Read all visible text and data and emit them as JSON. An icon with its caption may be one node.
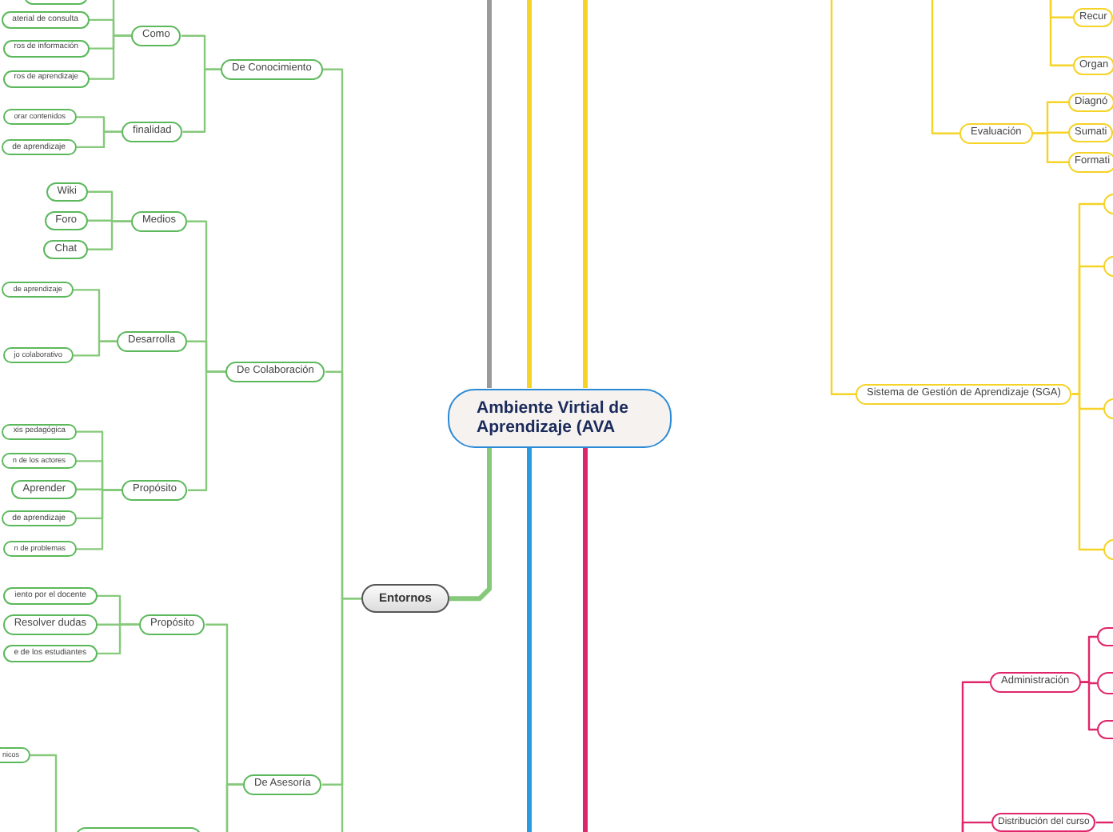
{
  "diagram": {
    "nodes": [
      {
        "text": [
          "Ambiente Virtial de Aprendizaje (AVA"
        ]
      },
      {
        "text": [
          "Entornos"
        ]
      },
      {
        "text": [
          "De Conocimiento"
        ]
      },
      {
        "text": [
          "Como"
        ]
      },
      {
        "text": [],
        "shape": "box"
      },
      {
        "text": [
          "aterial de consulta"
        ]
      },
      {
        "text": [
          "ros de información"
        ]
      },
      {
        "text": [
          "ros de aprendizaje"
        ]
      },
      {
        "text": [
          "finalidad"
        ]
      },
      {
        "text": [
          "orar contenidos"
        ]
      },
      {
        "text": [
          "de aprendizaje"
        ]
      },
      {
        "text": [
          "De Colaboración"
        ]
      },
      {
        "text": [
          "Medios"
        ]
      },
      {
        "text": [
          "Wiki"
        ]
      },
      {
        "text": [
          "Foro"
        ]
      },
      {
        "text": [
          "Chat"
        ]
      },
      {
        "text": [
          "Desarrolla"
        ]
      },
      {
        "text": [
          "de aprendizaje"
        ]
      },
      {
        "text": [
          "jo colaborativo"
        ]
      },
      {
        "text": [
          "Propósito"
        ]
      },
      {
        "text": [
          "xis pedagógica"
        ]
      },
      {
        "text": [
          "n de los actores"
        ]
      },
      {
        "text": [
          "Aprender"
        ]
      },
      {
        "text": [
          "de aprendizaje"
        ]
      },
      {
        "text": [
          "n de problemas"
        ]
      },
      {
        "text": [
          "De Asesoría"
        ]
      },
      {
        "text": [
          "Propósito"
        ]
      },
      {
        "text": [
          "iento por el docente"
        ]
      },
      {
        "text": [
          "Resolver dudas"
        ]
      },
      {
        "text": [
          "e de los estudiantes"
        ]
      },
      {
        "text": [],
        "shape": "box"
      },
      {
        "text": [
          "nicos"
        ]
      },
      {
        "text": [
          "Sistema de Gestión de Aprendizaje (SGA)"
        ]
      },
      {
        "text": [
          "Evaluación"
        ]
      },
      {
        "text": [
          "Diagnó"
        ]
      },
      {
        "text": [
          "Sumati"
        ]
      },
      {
        "text": [
          "Formati"
        ]
      },
      {
        "text": [
          "Recur"
        ]
      },
      {
        "text": [
          "Organ"
        ]
      },
      {
        "text": [],
        "shape": "box"
      },
      {
        "text": [],
        "shape": "box"
      },
      {
        "text": [],
        "shape": "box"
      },
      {
        "text": [],
        "shape": "box"
      },
      {
        "text": [
          "Administración"
        ]
      },
      {
        "text": [],
        "shape": "box"
      },
      {
        "text": [],
        "shape": "box"
      },
      {
        "text": [],
        "shape": "box"
      },
      {
        "text": [
          "Distribución del curso"
        ]
      }
    ],
    "edges": [
      {
        "from": 0,
        "to": null,
        "arrow": "none",
        "style": "thick",
        "color": "#9a9a9a"
      },
      {
        "from": 0,
        "to": null,
        "arrow": "none",
        "style": "thick",
        "color": "#f5d327"
      },
      {
        "from": 0,
        "to": null,
        "arrow": "none",
        "style": "thick",
        "color": "#f5d327"
      },
      {
        "from": 0,
        "to": null,
        "arrow": "none",
        "style": "thick",
        "color": "#2b9be0"
      },
      {
        "from": 0,
        "to": null,
        "arrow": "none",
        "style": "thick",
        "color": "#e0266a"
      },
      {
        "from": 0,
        "to": 1,
        "arrow": "none",
        "style": "thick"
      },
      {
        "from": 1,
        "to": 2,
        "arrow": "none"
      },
      {
        "from": 1,
        "to": 11,
        "arrow": "none"
      },
      {
        "from": 1,
        "to": 25,
        "arrow": "none"
      },
      {
        "from": 1,
        "to": null,
        "arrow": "none"
      },
      {
        "from": 2,
        "to": 3,
        "arrow": "none"
      },
      {
        "from": 2,
        "to": 8,
        "arrow": "none"
      },
      {
        "from": 3,
        "to": 4,
        "arrow": "none"
      },
      {
        "from": 3,
        "to": 5,
        "arrow": "none"
      },
      {
        "from": 3,
        "to": 6,
        "arrow": "none"
      },
      {
        "from": 3,
        "to": 7,
        "arrow": "none"
      },
      {
        "from": 8,
        "to": 9,
        "arrow": "none"
      },
      {
        "from": 8,
        "to": 10,
        "arrow": "none"
      },
      {
        "from": 11,
        "to": 12,
        "arrow": "none"
      },
      {
        "from": 11,
        "to": 16,
        "arrow": "none"
      },
      {
        "from": 11,
        "to": 19,
        "arrow": "none"
      },
      {
        "from": 12,
        "to": 13,
        "arrow": "none"
      },
      {
        "from": 12,
        "to": 14,
        "arrow": "none"
      },
      {
        "from": 12,
        "to": 15,
        "arrow": "none"
      },
      {
        "from": 16,
        "to": 17,
        "arrow": "none"
      },
      {
        "from": 16,
        "to": 18,
        "arrow": "none"
      },
      {
        "from": 19,
        "to": 20,
        "arrow": "none"
      },
      {
        "from": 19,
        "to": 21,
        "arrow": "none"
      },
      {
        "from": 19,
        "to": 22,
        "arrow": "none"
      },
      {
        "from": 19,
        "to": 23,
        "arrow": "none"
      },
      {
        "from": 19,
        "to": 24,
        "arrow": "none"
      },
      {
        "from": 25,
        "to": 26,
        "arrow": "none"
      },
      {
        "from": 25,
        "to": 30,
        "arrow": "none"
      },
      {
        "from": 25,
        "to": null,
        "arrow": "none"
      },
      {
        "from": 26,
        "to": 27,
        "arrow": "none"
      },
      {
        "from": 26,
        "to": 28,
        "arrow": "none"
      },
      {
        "from": 26,
        "to": 29,
        "arrow": "none"
      },
      {
        "from": 30,
        "to": 31,
        "arrow": "none"
      },
      {
        "from": null,
        "to": 32,
        "arrow": "none",
        "color": "#f5d327"
      },
      {
        "from": null,
        "to": 33,
        "arrow": "none",
        "color": "#f5d327"
      },
      {
        "from": 33,
        "to": 34,
        "arrow": "none",
        "color": "#f5d327"
      },
      {
        "from": 33,
        "to": 35,
        "arrow": "none",
        "color": "#f5d327"
      },
      {
        "from": 33,
        "to": 36,
        "arrow": "none",
        "color": "#f5d327"
      },
      {
        "from": null,
        "to": 37,
        "arrow": "none",
        "color": "#f5d327"
      },
      {
        "from": null,
        "to": 38,
        "arrow": "none",
        "color": "#f5d327"
      },
      {
        "from": 32,
        "to": 39,
        "arrow": "none",
        "color": "#f5d327"
      },
      {
        "from": 32,
        "to": 40,
        "arrow": "none",
        "color": "#f5d327"
      },
      {
        "from": 32,
        "to": 41,
        "arrow": "none",
        "color": "#f5d327"
      },
      {
        "from": 32,
        "to": 42,
        "arrow": "none",
        "color": "#f5d327"
      },
      {
        "from": null,
        "to": 43,
        "arrow": "none",
        "color": "#e0266a"
      },
      {
        "from": null,
        "to": 47,
        "arrow": "none",
        "color": "#e0266a"
      },
      {
        "from": 43,
        "to": 44,
        "arrow": "none",
        "color": "#e0266a"
      },
      {
        "from": 43,
        "to": 45,
        "arrow": "none",
        "color": "#e0266a"
      },
      {
        "from": 43,
        "to": 46,
        "arrow": "none",
        "color": "#e0266a"
      },
      {
        "from": 47,
        "to": null,
        "arrow": "none",
        "color": "#e0266a"
      }
    ]
  }
}
